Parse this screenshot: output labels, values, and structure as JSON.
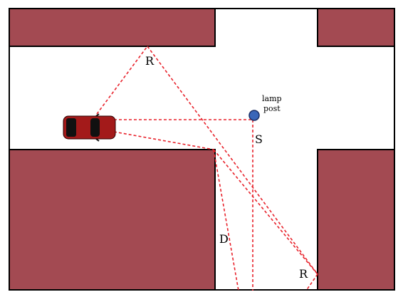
{
  "labels": {
    "reflection_top": "R",
    "reflection_bottom": "R",
    "direct_s": "S",
    "diffraction_d": "D",
    "lamp_post_line1": "lamp",
    "lamp_post_line2": "post"
  },
  "colors": {
    "building": "#a34a52",
    "building_border": "#000000",
    "ray": "#e8222b",
    "lamp": "#3a66b8",
    "car_body": "#a31a1a",
    "car_glass": "#111111"
  }
}
